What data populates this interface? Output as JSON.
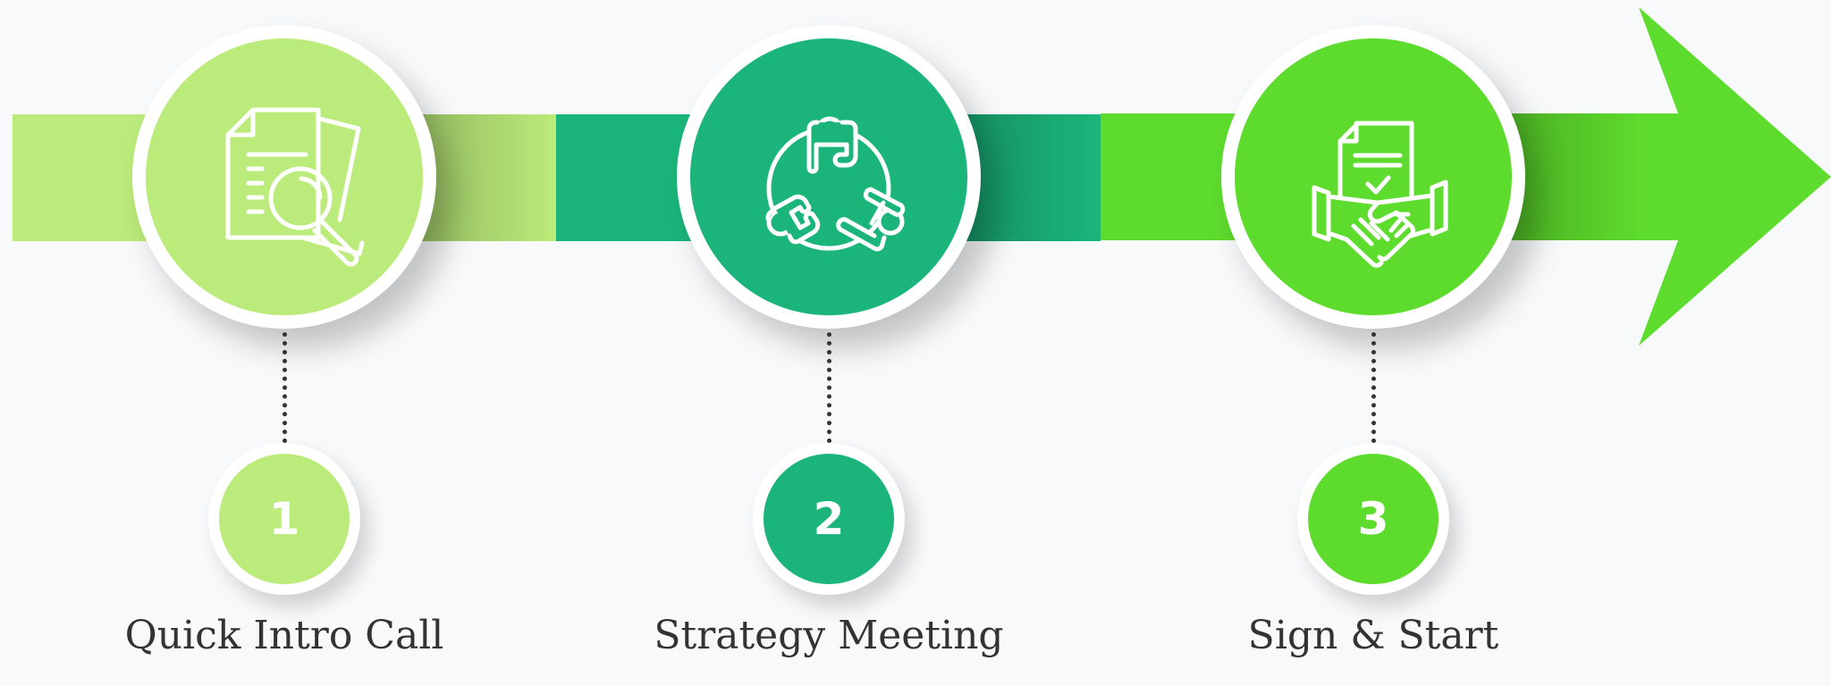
{
  "diagram": {
    "type": "process-timeline",
    "direction": "left-to-right",
    "background_color": "#F8F9FB",
    "arrow_color": "#5EDC2D",
    "steps": [
      {
        "number": "1",
        "label": "Quick Intro Call",
        "icon": "document-search-icon",
        "color": "#BBEB7A"
      },
      {
        "number": "2",
        "label": "Strategy Meeting",
        "icon": "team-meeting-icon",
        "color": "#1BB57B"
      },
      {
        "number": "3",
        "label": "Sign & Start",
        "icon": "contract-handshake-icon",
        "color": "#5EDC2D"
      }
    ]
  }
}
